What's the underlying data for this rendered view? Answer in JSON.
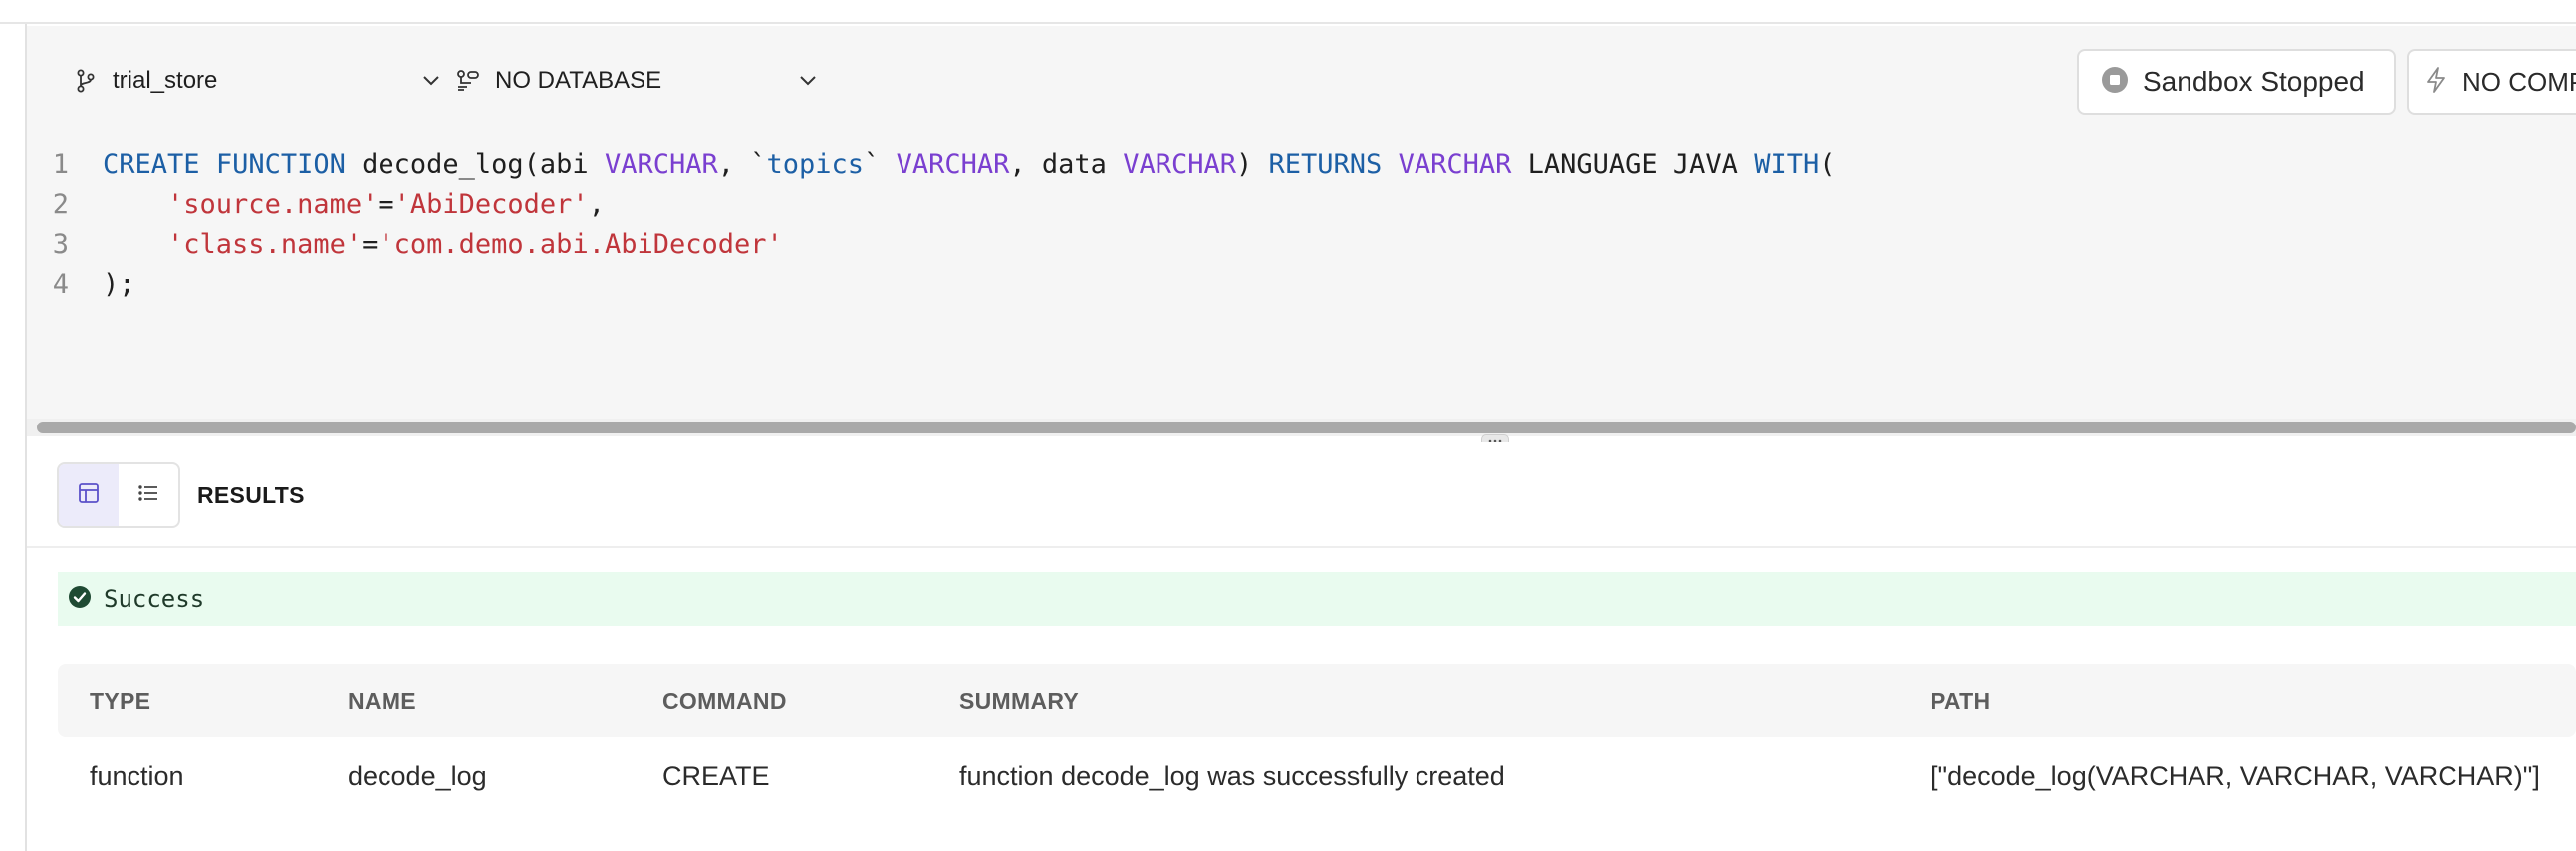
{
  "toolbar": {
    "store_selector": {
      "label": "trial_store",
      "icon": "branch-icon"
    },
    "database_selector": {
      "label": "NO DATABASE",
      "icon": "database-link-icon"
    },
    "sandbox_button": {
      "label": "Sandbox Stopped",
      "icon": "stop-icon"
    },
    "compute_button": {
      "label": "NO COMPUTE",
      "icon": "lightning-icon"
    }
  },
  "editor": {
    "line_numbers": [
      "1",
      "2",
      "3",
      "4"
    ],
    "lines": [
      {
        "tokens": [
          {
            "t": "CREATE",
            "c": "kw"
          },
          {
            "t": " "
          },
          {
            "t": "FUNCTION",
            "c": "kw"
          },
          {
            "t": " decode_log(abi "
          },
          {
            "t": "VARCHAR",
            "c": "ty"
          },
          {
            "t": ", `"
          },
          {
            "t": "topics",
            "c": "kw"
          },
          {
            "t": "` "
          },
          {
            "t": "VARCHAR",
            "c": "ty"
          },
          {
            "t": ", data "
          },
          {
            "t": "VARCHAR",
            "c": "ty"
          },
          {
            "t": ") "
          },
          {
            "t": "RETURNS",
            "c": "kw"
          },
          {
            "t": " "
          },
          {
            "t": "VARCHAR",
            "c": "ty"
          },
          {
            "t": " LANGUAGE JAVA "
          },
          {
            "t": "WITH",
            "c": "kw"
          },
          {
            "t": "("
          }
        ]
      },
      {
        "tokens": [
          {
            "t": "    "
          },
          {
            "t": "'source.name'",
            "c": "str"
          },
          {
            "t": "="
          },
          {
            "t": "'AbiDecoder'",
            "c": "str"
          },
          {
            "t": ","
          }
        ]
      },
      {
        "tokens": [
          {
            "t": "    "
          },
          {
            "t": "'class.name'",
            "c": "str"
          },
          {
            "t": "="
          },
          {
            "t": "'com.demo.abi.AbiDecoder'",
            "c": "str"
          }
        ]
      },
      {
        "tokens": [
          {
            "t": ");"
          }
        ]
      }
    ]
  },
  "results": {
    "label": "RESULTS",
    "status": "Success",
    "columns": [
      "TYPE",
      "NAME",
      "COMMAND",
      "SUMMARY",
      "PATH"
    ],
    "rows": [
      [
        "function",
        "decode_log",
        "CREATE",
        "function decode_log was successfully created",
        "[\"decode_log(VARCHAR, VARCHAR, VARCHAR)\"]"
      ]
    ]
  },
  "colors": {
    "accent": "#6b5fd3",
    "success_bg": "#e9fbef",
    "success_icon": "#1f4a33",
    "keyword": "#1c5fa5",
    "type": "#7a3fd0",
    "string": "#c0353b"
  }
}
